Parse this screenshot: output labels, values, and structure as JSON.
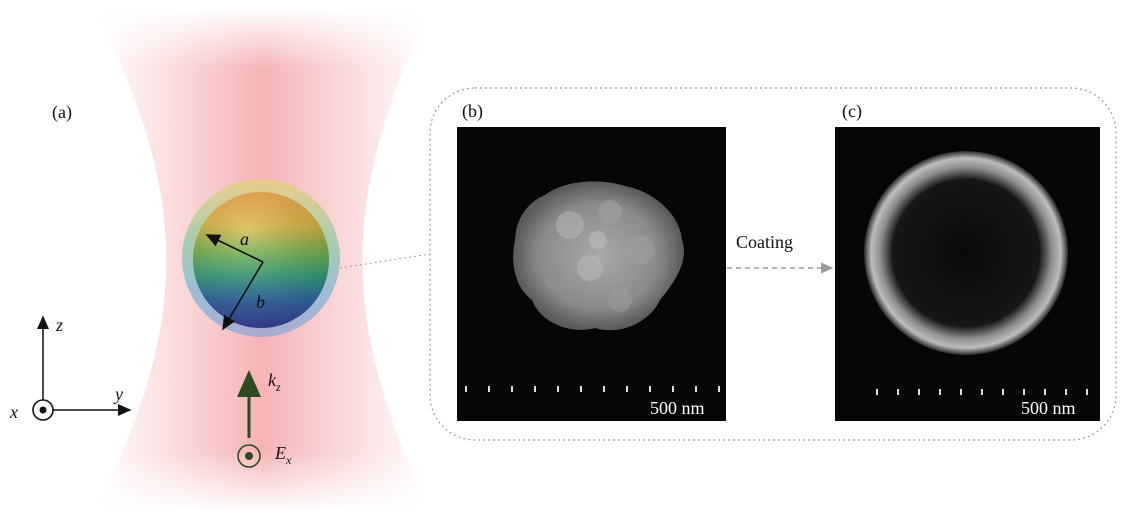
{
  "panels": {
    "a": {
      "label": "(a)"
    },
    "b": {
      "label": "(b)",
      "scale_text": "500 nm"
    },
    "c": {
      "label": "(c)",
      "scale_text": "500 nm"
    }
  },
  "arrow_label": "Coating",
  "particle": {
    "inner_radius_label": "a",
    "outer_radius_label": "b"
  },
  "wave": {
    "k_label": "k",
    "k_sub": "z",
    "e_label": "E",
    "e_sub": "x"
  },
  "axes": {
    "x_label": "x",
    "y_label": "y",
    "z_label": "z"
  },
  "colors": {
    "beam": "#f4a6aa",
    "field_arrow": "#2e4a22",
    "frame": "#9a9a9a",
    "sem_bg": "#050505"
  }
}
